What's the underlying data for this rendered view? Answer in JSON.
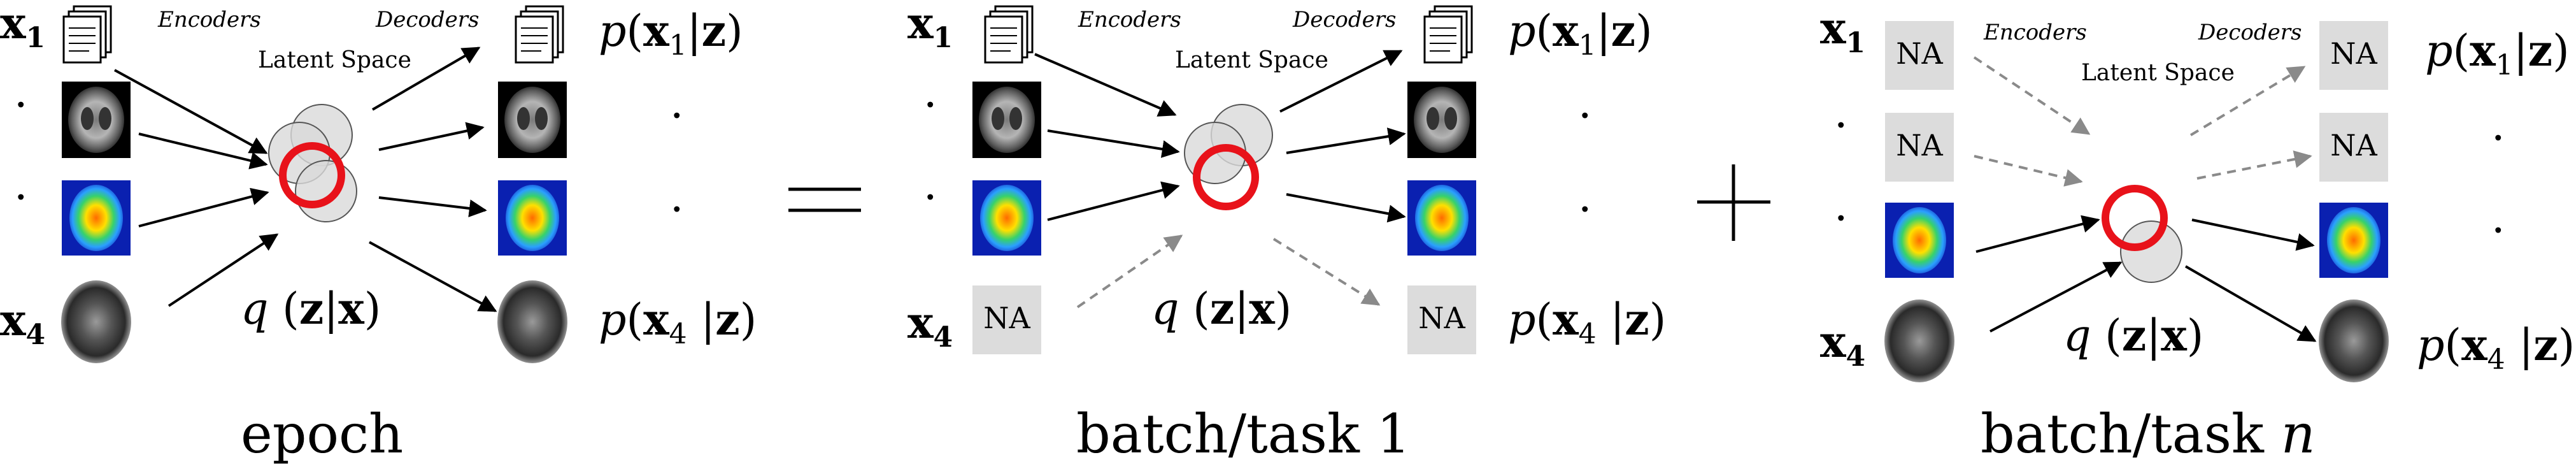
{
  "panels": [
    {
      "id": "epoch",
      "caption": "epoch",
      "caption_italic": "",
      "encoders": "Encoders",
      "decoders": "Decoders",
      "latent": "Latent Space",
      "q": "q (z|x)",
      "inputs": [
        {
          "label": "x1",
          "kind": "document"
        },
        {
          "label": "·",
          "kind": "mri"
        },
        {
          "label": "·",
          "kind": "heatmap"
        },
        {
          "label": "x4",
          "kind": "brain"
        }
      ],
      "outputs": [
        {
          "label": "p(x1|z)",
          "kind": "document"
        },
        {
          "label": "·",
          "kind": "mri"
        },
        {
          "label": "·",
          "kind": "heatmap"
        },
        {
          "label": "p( x4 |z)",
          "kind": "brain"
        }
      ]
    },
    {
      "id": "task1",
      "caption": "batch/task 1",
      "caption_italic": "",
      "encoders": "Encoders",
      "decoders": "Decoders",
      "latent": "Latent Space",
      "q": "q (z|x)",
      "na": "NA",
      "inputs": [
        {
          "label": "x1",
          "kind": "document"
        },
        {
          "label": "·",
          "kind": "mri"
        },
        {
          "label": "·",
          "kind": "heatmap"
        },
        {
          "label": "x4",
          "kind": "na"
        }
      ],
      "outputs": [
        {
          "label": "p(x1|z)",
          "kind": "document"
        },
        {
          "label": "·",
          "kind": "mri"
        },
        {
          "label": "·",
          "kind": "heatmap"
        },
        {
          "label": "p( x4 |z)",
          "kind": "na"
        }
      ]
    },
    {
      "id": "taskn",
      "caption": "batch/task ",
      "caption_italic": "n",
      "encoders": "Encoders",
      "decoders": "Decoders",
      "latent": "Latent Space",
      "q": "q (z|x)",
      "na": "NA",
      "inputs": [
        {
          "label": "x1",
          "kind": "na"
        },
        {
          "label": "·",
          "kind": "na"
        },
        {
          "label": "·",
          "kind": "heatmap"
        },
        {
          "label": "x4",
          "kind": "brain"
        }
      ],
      "outputs": [
        {
          "label": "p(x1|z)",
          "kind": "na"
        },
        {
          "label": "·",
          "kind": "na"
        },
        {
          "label": "·",
          "kind": "heatmap"
        },
        {
          "label": "p( x4 |z)",
          "kind": "brain"
        }
      ]
    }
  ],
  "operators": [
    "=",
    "+"
  ],
  "colors": {
    "highlight": "#e8121a",
    "circle_fill": "#d9d9d9",
    "na_fill": "#dcdcdc",
    "dashed_arrow": "#8a8a8a"
  }
}
